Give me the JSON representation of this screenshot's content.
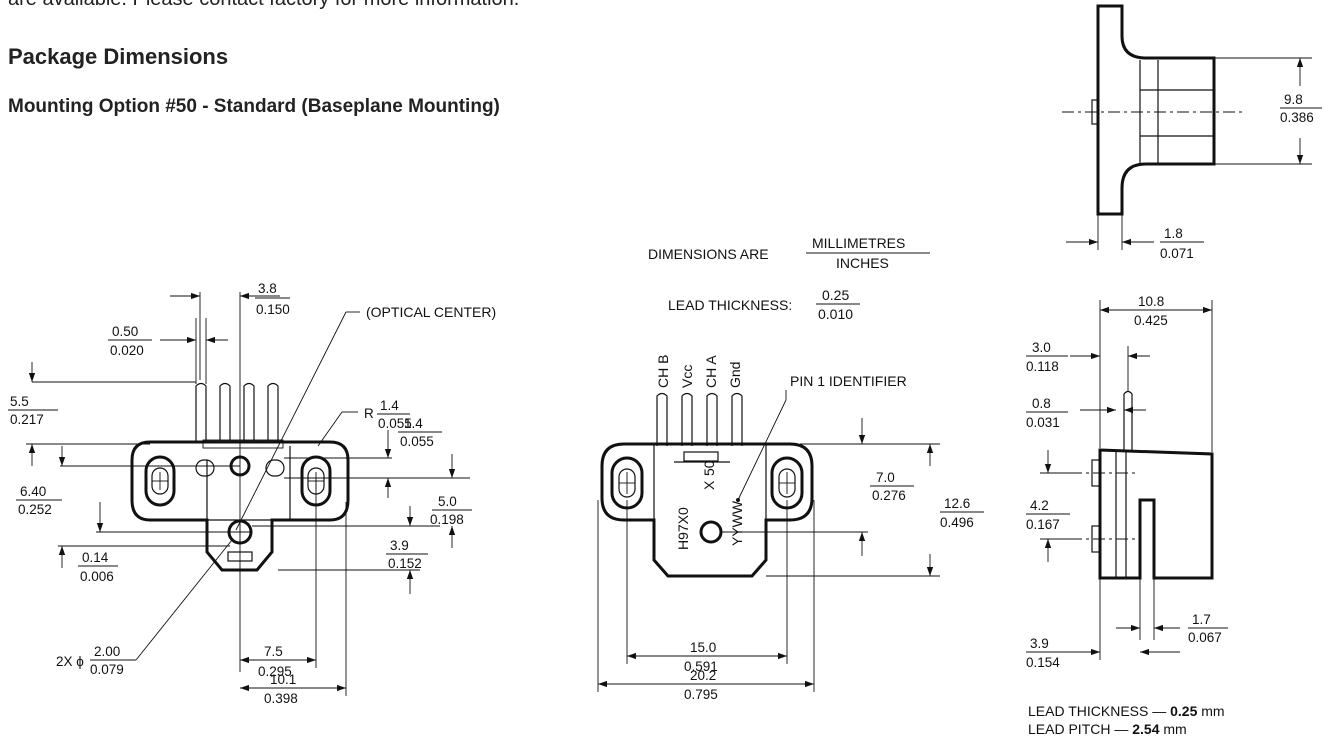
{
  "header": {
    "top_text": "are available. Please contact factory for more information.",
    "title": "Package Dimensions",
    "subtitle": "Mounting Option #50 - Standard (Baseplane Mounting)"
  },
  "notes": {
    "dims_are": "DIMENSIONS ARE",
    "dims_mm": "MILLIMETRES",
    "dims_in": "INCHES",
    "lead_thk": "LEAD THICKNESS:",
    "lead_thk_mm": "0.25",
    "lead_thk_in": "0.010",
    "optical_center": "(OPTICAL CENTER)",
    "pin1": "PIN 1 IDENTIFIER",
    "radius_prefix": "R",
    "hole_prefix": "2X ϕ",
    "bottom_note_1_a": "LEAD THICKNESS — ",
    "bottom_note_1_b": "0.25",
    "bottom_note_1_c": " mm",
    "bottom_note_2_a": "LEAD PITCH — ",
    "bottom_note_2_b": "2.54",
    "bottom_note_2_c": " mm"
  },
  "pins": [
    "CH B",
    "Vcc",
    "CH A",
    "Gnd"
  ],
  "markings": {
    "code": "H97X0",
    "x": "X",
    "opt": "50",
    "date": "YYWW"
  },
  "dims": {
    "d3_8": [
      "3.8",
      "0.150"
    ],
    "d0_50": [
      "0.50",
      "0.020"
    ],
    "d5_5": [
      "5.5",
      "0.217"
    ],
    "dR1_4": [
      "1.4",
      "0.055"
    ],
    "d1_4": [
      "1.4",
      "0.055"
    ],
    "d6_40": [
      "6.40",
      "0.252"
    ],
    "d5_0": [
      "5.0",
      "0.198"
    ],
    "d3_9a": [
      "3.9",
      "0.152"
    ],
    "d0_14": [
      "0.14",
      "0.006"
    ],
    "d7_5": [
      "7.5",
      "0.295"
    ],
    "d2_00": [
      "2.00",
      "0.079"
    ],
    "d10_1": [
      "10.1",
      "0.398"
    ],
    "d7_0": [
      "7.0",
      "0.276"
    ],
    "d12_6": [
      "12.6",
      "0.496"
    ],
    "d15_0": [
      "15.0",
      "0.591"
    ],
    "d20_2": [
      "20.2",
      "0.795"
    ],
    "d9_8": [
      "9.8",
      "0.386"
    ],
    "d1_8": [
      "1.8",
      "0.071"
    ],
    "d10_8": [
      "10.8",
      "0.425"
    ],
    "d3_0": [
      "3.0",
      "0.118"
    ],
    "d0_8": [
      "0.8",
      "0.031"
    ],
    "d4_2": [
      "4.2",
      "0.167"
    ],
    "d1_7": [
      "1.7",
      "0.067"
    ],
    "d3_9b": [
      "3.9",
      "0.154"
    ]
  }
}
